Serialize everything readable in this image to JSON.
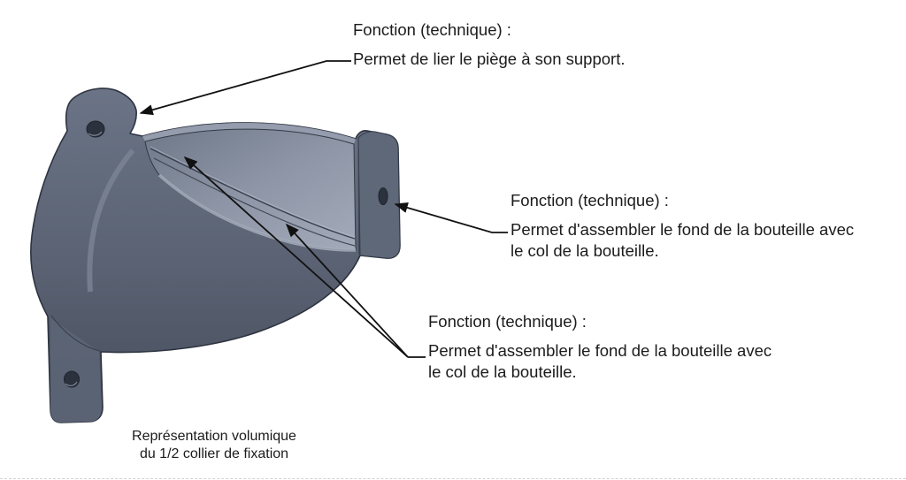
{
  "annotations": [
    {
      "title": "Fonction (technique) :",
      "body": [
        "Permet de lier le piège à son support."
      ]
    },
    {
      "title": "Fonction (technique) :",
      "body": [
        "Permet d'assembler le fond de la bouteille avec",
        "le col de la bouteille."
      ]
    },
    {
      "title": "Fonction (technique) :",
      "body": [
        "Permet d'assembler le fond de la bouteille avec",
        "le col de la bouteille."
      ]
    }
  ],
  "caption": {
    "line1": "Représentation volumique",
    "line2": "du 1/2 collier de fixation"
  },
  "part": {
    "label": "1/2 collier de fixation",
    "colors": {
      "body-top": "#6b7486",
      "body-mid": "#596172",
      "body-bottom": "#474e5d",
      "inner-dark": "#6f7889",
      "inner-mid": "#8d95a6",
      "inner-light": "#a3abbb",
      "edge": "#2d3340",
      "hole": "#2b313d",
      "rim": "#99a1b1",
      "leader": "#111111"
    }
  }
}
